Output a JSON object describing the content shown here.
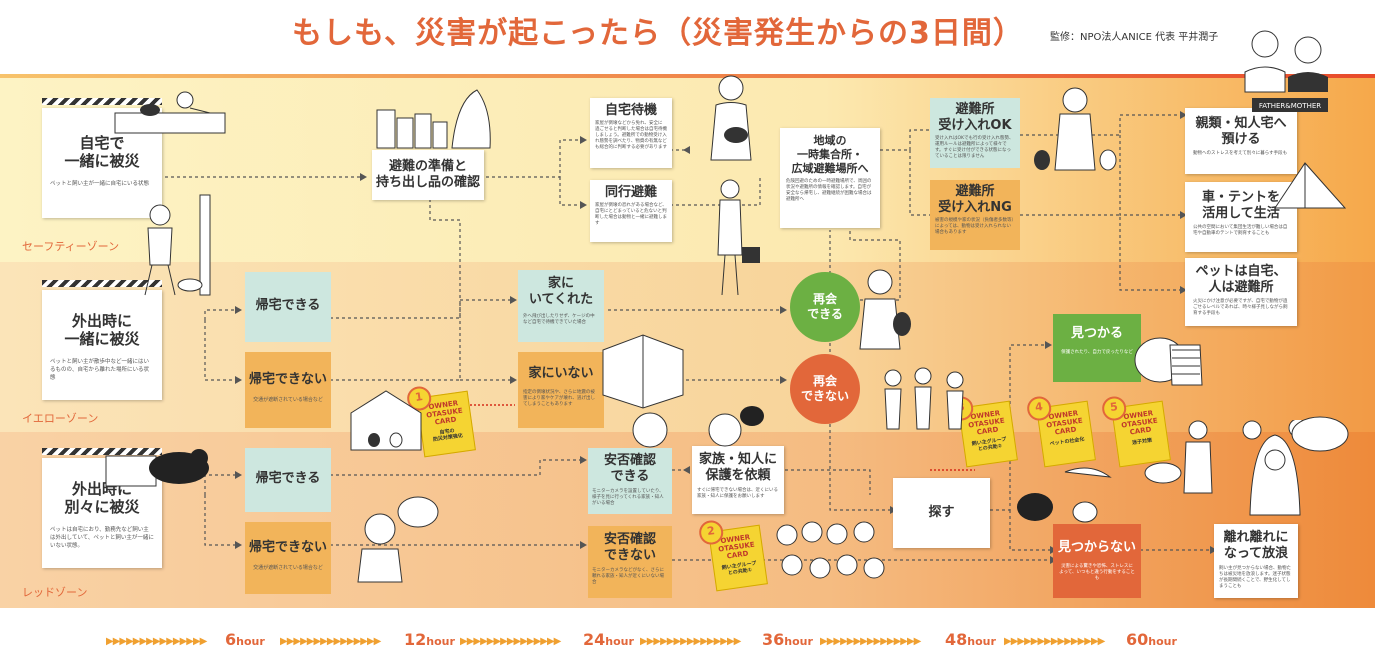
{
  "header": {
    "title": "もしも、災害が起こったら（災害発生からの3日間）",
    "supervisor": "監修：NPO法人ANICE 代表 平井潤子"
  },
  "zones": {
    "safety": "セーフティーゾーン",
    "yellow": "イエローゾーン",
    "red": "レッドゾーン"
  },
  "colors": {
    "accent": "#e2673a",
    "safety_band": "#fdf3c4",
    "yellow_band": "#fbe4b8",
    "red_band": "#f9d2a5",
    "mint": "#cde7df",
    "orange_box": "#f2b45a",
    "green_circle": "#6cb043",
    "red_circle": "#e2673a",
    "card_yellow": "#f5d432"
  },
  "scenarios": {
    "together": {
      "title": "自宅で\n一緒に被災",
      "desc": "ペットと飼い主が一緒に自宅にいる状態"
    },
    "out_together": {
      "title": "外出時に\n一緒に被災",
      "desc": "ペットと飼い主が散歩中など一緒にはいるものの、自宅から離れた場所にいる状態"
    },
    "apart": {
      "title": "外出時に\n別々に被災",
      "desc": "ペットは自宅におり、勤務先など飼い主は外出していて、ペットと飼い主が一緒にいない状態。"
    }
  },
  "nodes": {
    "prep": {
      "title": "避難の準備と\n持ち出し品の確認"
    },
    "stay_home": {
      "title": "自宅待機",
      "desc": "家屋が倒壊などから免れ、安全に過ごせると判断した場合は自宅待機しましょう。避難所での動物受け入れ態勢を調べたり、物資の有無なども総合的に判断する必要があります"
    },
    "evac_together": {
      "title": "同行避難",
      "desc": "家屋が倒壊の恐れがある場合など、自宅にとどまっていると危ないと判断した場合は動物と一緒に避難します"
    },
    "assembly": {
      "title": "地域の\n一時集合所・\n広域避難場所へ",
      "desc": "危険回避のための一時避難場所で、周囲の状況や避難所の情報を確認します。自宅が安全なら帰宅し、避難継続が困難な場合は避難所へ"
    },
    "shelter_ok": {
      "title": "避難所\n受け入れOK",
      "desc": "受け入れはOKでも行の受け入れ態勢、運用ルールは避難所によって様々です。すぐに受け付ができる状態になっていることは限りません"
    },
    "shelter_ng": {
      "title": "避難所\n受け入れNG",
      "desc": "被害の規模や家の状況（負傷者多数等）によっては、動物は受け入れられない場合もあります"
    },
    "relatives": {
      "title": "親類・知人宅へ\n預ける",
      "desc": "動物へのストレスを考えて別々に暮らす手段も"
    },
    "car_tent": {
      "title": "車・テントを\n活用して生活",
      "desc": "公共の空間において集団生活が難しい場合は自宅や自動車のテントで飼育することも"
    },
    "pet_home": {
      "title": "ペットは自宅、\n人は避難所",
      "desc": "火災にかけ注意が必要ですが、自宅で動物が過ごせるレベルであれば、時々様子見しながら飼育する手段も"
    },
    "can_return_y": {
      "title": "帰宅できる"
    },
    "cannot_return_y": {
      "title": "帰宅できない",
      "desc": "交通が遮断されている場合など"
    },
    "pet_at_home": {
      "title": "家に\nいてくれた",
      "desc": "外へ飛び出したりせず、ケージの中など自宅で待機できていた場合"
    },
    "pet_not_home": {
      "title": "家にいない",
      "desc": "指定の倒壊状況や、さらに地震の被害により家やケアが壊れ、逃げ出してしまうこともあります"
    },
    "reunite": {
      "title": "再会\nできる"
    },
    "not_reunite": {
      "title": "再会\nできない"
    },
    "found": {
      "title": "見つかる",
      "desc": "保護されたり、自力で戻ったりなど"
    },
    "can_return_r": {
      "title": "帰宅できる"
    },
    "cannot_return_r": {
      "title": "帰宅できない",
      "desc": "交通が遮断されている場合など"
    },
    "safety_ok": {
      "title": "安否確認\nできる",
      "desc": "モニターカメラを設置していたり、様子を見に行ってくれる家族・知人がいる場合"
    },
    "safety_ng": {
      "title": "安否確認\nできない",
      "desc": "モニターカメラなどがなく、さらに頼れる家族・知人が近くにいない場合"
    },
    "ask_family": {
      "title": "家族・知人に\n保護を依頼",
      "desc": "すぐに帰宅できない場合は、近くにいる家族・知人に保護をお願いします"
    },
    "search": {
      "title": "探す"
    },
    "not_found": {
      "title": "見つからない",
      "desc": "災害による驚きや恐怖、ストレスによって、いつもと違う行動をすることも"
    },
    "abandon": {
      "title": "離れ離れに\nなって放浪",
      "desc": "飼い主が見つからない場合、動物たちは被災地を放浪します。迷子状態が長期間続くことで、野生化してしまうことも"
    }
  },
  "cards": [
    {
      "num": "1",
      "title": "OWNER\nOTASUKE\nCARD",
      "sub": "自宅の\n防災対策強化"
    },
    {
      "num": "2",
      "title": "OWNER\nOTASUKE\nCARD",
      "sub": "飼い主グループ\nとの共助①"
    },
    {
      "num": "3",
      "title": "OWNER\nOTASUKE\nCARD",
      "sub": "飼い主グループ\nとの共助②"
    },
    {
      "num": "4",
      "title": "OWNER\nOTASUKE\nCARD",
      "sub": "ペットの社会化"
    },
    {
      "num": "5",
      "title": "OWNER\nOTASUKE\nCARD",
      "sub": "迷子対策"
    }
  ],
  "labels": {
    "father_mother": "FATHER&MOTHER"
  },
  "timeline": [
    {
      "num": "6",
      "unit": "hour"
    },
    {
      "num": "12",
      "unit": "hour"
    },
    {
      "num": "24",
      "unit": "hour"
    },
    {
      "num": "36",
      "unit": "hour"
    },
    {
      "num": "48",
      "unit": "hour"
    },
    {
      "num": "60",
      "unit": "hour"
    }
  ],
  "timeline_arrows": "▶▶▶▶▶▶▶▶▶▶▶▶▶▶▶"
}
